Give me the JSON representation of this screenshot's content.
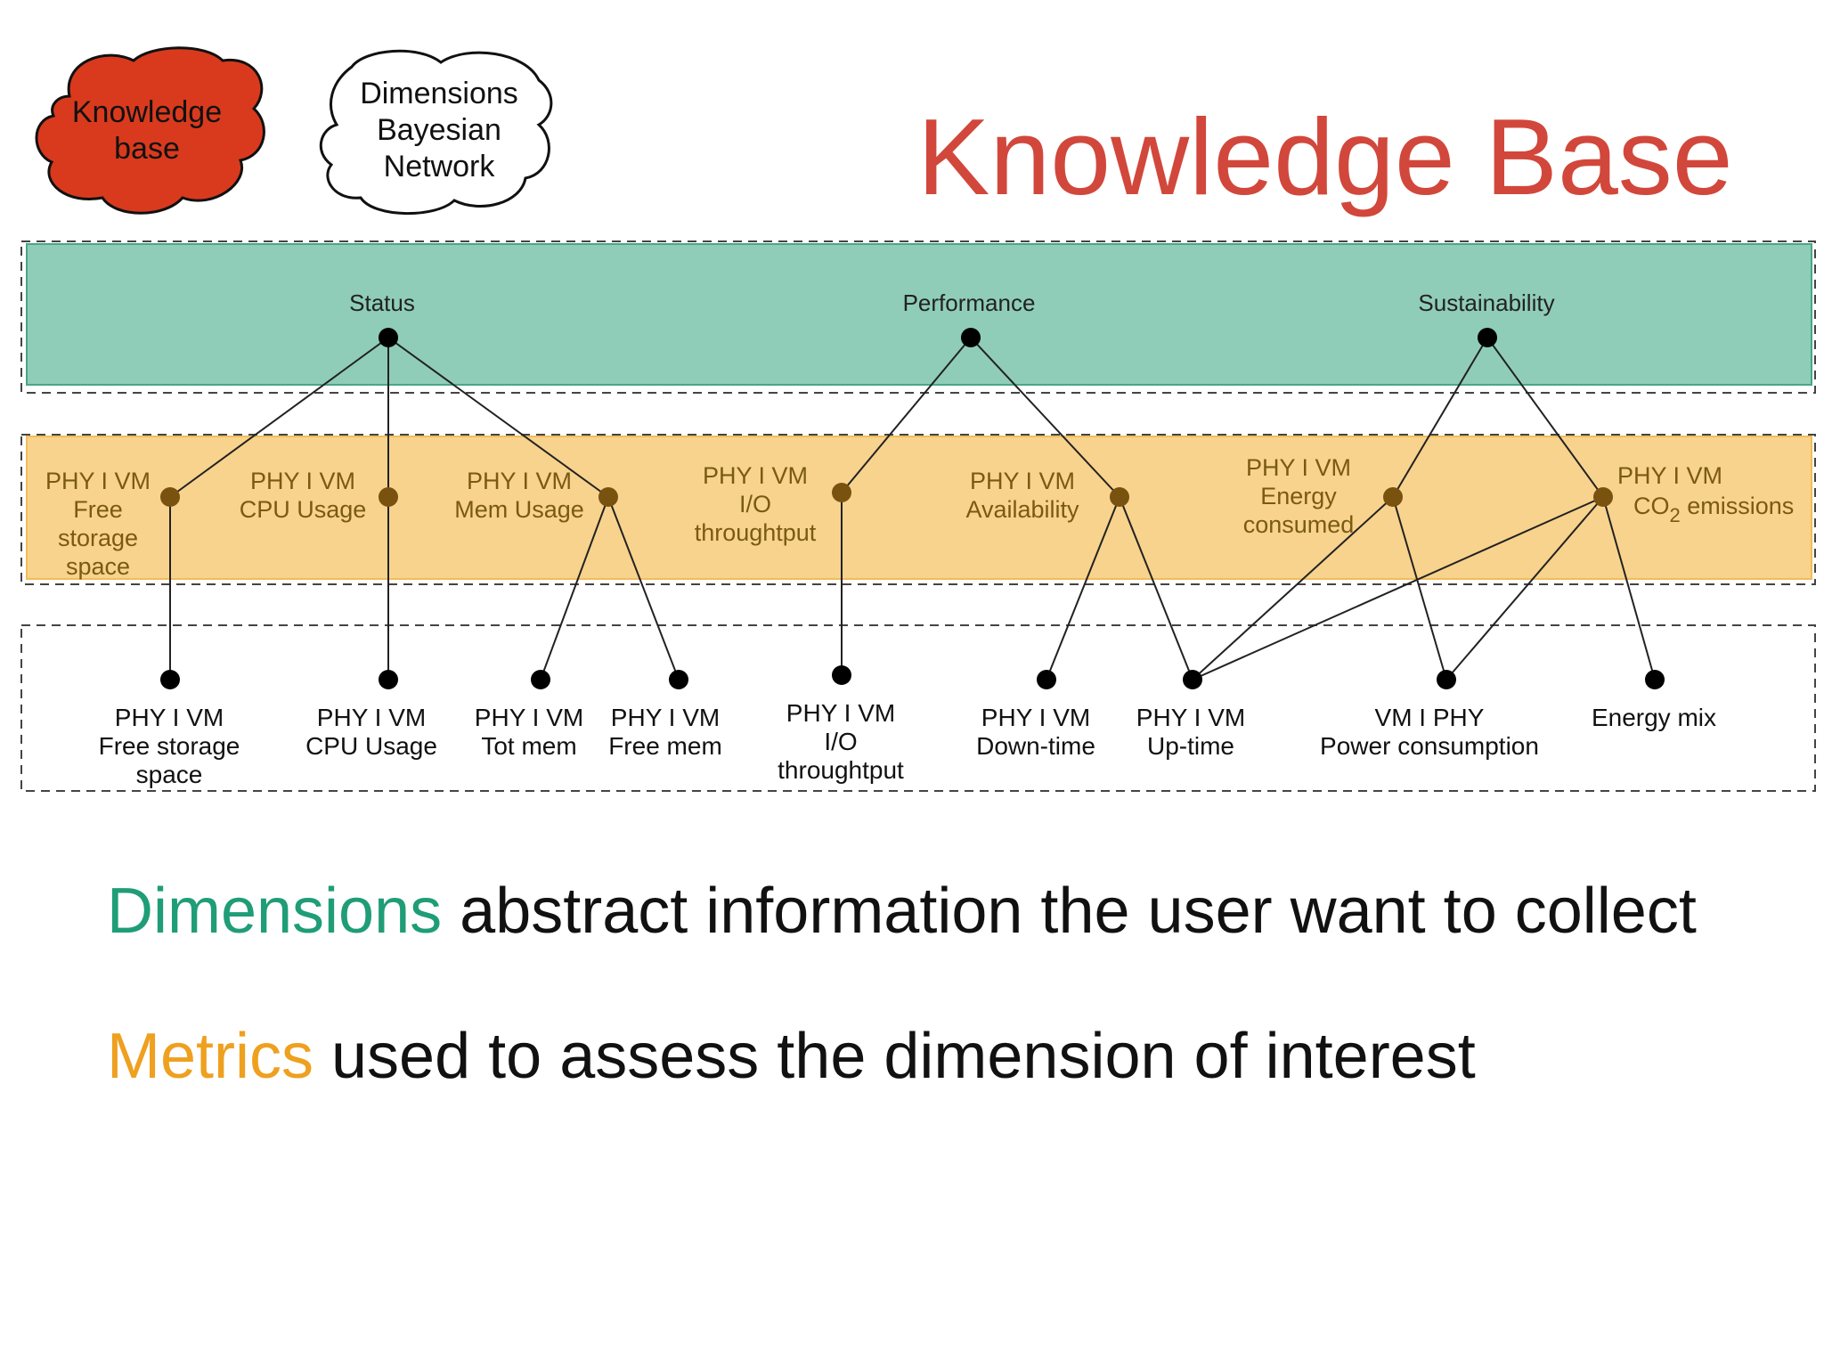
{
  "title": "Knowledge Base",
  "clouds": {
    "knowledge_base": [
      "Knowledge",
      "base"
    ],
    "bayesian_network": [
      "Dimensions",
      "Bayesian",
      "Network"
    ]
  },
  "colors": {
    "title": "#d2473b",
    "kb_cloud_fill": "#d93a1d",
    "dimension_band": "#8fcdb9",
    "dimension_band_border": "#4aa687",
    "metric_band": "#f8d38d",
    "metric_text": "#7a5a12",
    "metric_node": "#7a5210",
    "dimensions_word": "#1f9d77",
    "metrics_word": "#eea01f"
  },
  "dimensions": [
    {
      "id": "status",
      "label": "Status"
    },
    {
      "id": "performance",
      "label": "Performance"
    },
    {
      "id": "sustainability",
      "label": "Sustainability"
    }
  ],
  "metrics": [
    {
      "id": "m_free",
      "lines": [
        "PHY I VM",
        "Free",
        "storage",
        "space"
      ]
    },
    {
      "id": "m_cpu",
      "lines": [
        "PHY I VM",
        "CPU Usage"
      ]
    },
    {
      "id": "m_mem",
      "lines": [
        "PHY I VM",
        "Mem Usage"
      ]
    },
    {
      "id": "m_io",
      "lines": [
        "PHY I VM",
        "I/O",
        "throughtput"
      ]
    },
    {
      "id": "m_avail",
      "lines": [
        "PHY I VM",
        "Availability"
      ]
    },
    {
      "id": "m_energy",
      "lines": [
        "PHY I VM",
        "Energy",
        "consumed"
      ]
    },
    {
      "id": "m_co2",
      "lines": [
        "PHY I VM",
        "CO",
        "2",
        " emissions"
      ]
    }
  ],
  "observables": [
    {
      "id": "o_free",
      "lines": [
        "PHY I VM",
        "Free storage",
        "space"
      ]
    },
    {
      "id": "o_cpu",
      "lines": [
        "PHY I VM",
        "CPU Usage"
      ]
    },
    {
      "id": "o_tot",
      "lines": [
        "PHY I VM",
        "Tot mem"
      ]
    },
    {
      "id": "o_freemem",
      "lines": [
        "PHY I VM",
        "Free mem"
      ]
    },
    {
      "id": "o_io",
      "lines": [
        "PHY I VM",
        "I/O",
        "throughtput"
      ]
    },
    {
      "id": "o_down",
      "lines": [
        "PHY I VM",
        "Down-time"
      ]
    },
    {
      "id": "o_up",
      "lines": [
        "PHY I VM",
        "Up-time"
      ]
    },
    {
      "id": "o_power",
      "lines": [
        "VM I PHY",
        "Power consumption"
      ]
    },
    {
      "id": "o_mix",
      "lines": [
        "Energy mix"
      ]
    }
  ],
  "edges": [
    [
      "status",
      "m_free"
    ],
    [
      "status",
      "m_cpu"
    ],
    [
      "status",
      "m_mem"
    ],
    [
      "performance",
      "m_io"
    ],
    [
      "performance",
      "m_avail"
    ],
    [
      "sustainability",
      "m_energy"
    ],
    [
      "sustainability",
      "m_co2"
    ],
    [
      "m_free",
      "o_free"
    ],
    [
      "m_cpu",
      "o_cpu"
    ],
    [
      "m_mem",
      "o_tot"
    ],
    [
      "m_mem",
      "o_freemem"
    ],
    [
      "m_io",
      "o_io"
    ],
    [
      "m_avail",
      "o_down"
    ],
    [
      "m_avail",
      "o_up"
    ],
    [
      "m_energy",
      "o_up"
    ],
    [
      "m_energy",
      "o_power"
    ],
    [
      "m_co2",
      "o_up"
    ],
    [
      "m_co2",
      "o_power"
    ],
    [
      "m_co2",
      "o_mix"
    ]
  ],
  "legend": {
    "dimensions_word": "Dimensions",
    "dimensions_text": " abstract information the user want to collect",
    "metrics_word": "Metrics",
    "metrics_text": " used to assess the dimension of interest"
  }
}
